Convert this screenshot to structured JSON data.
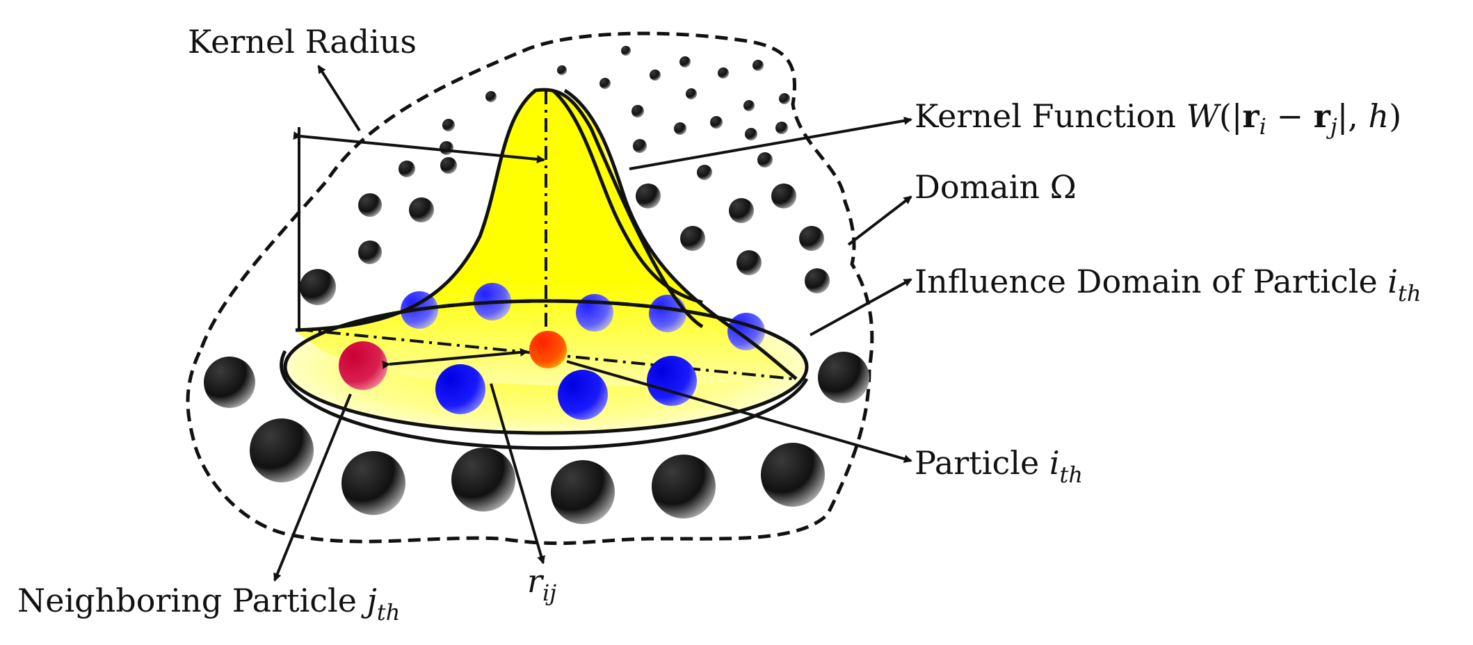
{
  "labels": {
    "kernel_radius": "Kernel Radius",
    "kernel_function_prefix": "Kernel Function ",
    "kernel_function_W": "W",
    "kernel_function_open": "(|",
    "kernel_function_r": "r",
    "kernel_function_i": "i",
    "kernel_function_minus": " − ",
    "kernel_function_j": "j",
    "kernel_function_close": "|, ",
    "kernel_function_h": "h",
    "kernel_function_end": ")",
    "domain_prefix": "Domain ",
    "domain_symbol": "Ω",
    "influence_prefix": "Influence Domain of Particle ",
    "influence_i": "i",
    "influence_sub": "th",
    "particle_prefix": "Particle ",
    "particle_i": "i",
    "particle_sub": "th",
    "neighbor_prefix": "Neighboring Particle ",
    "neighbor_j": "j",
    "neighbor_sub": "th",
    "rij_r": "r",
    "rij_sub": "ij"
  },
  "colors": {
    "outline": "#111111",
    "kernel_yellow": "#ffff00",
    "particle_blue": "#1a1aff",
    "particle_dark": "#111111",
    "central_particle": "#ff3300",
    "neighbor_particle": "#cc0033"
  }
}
